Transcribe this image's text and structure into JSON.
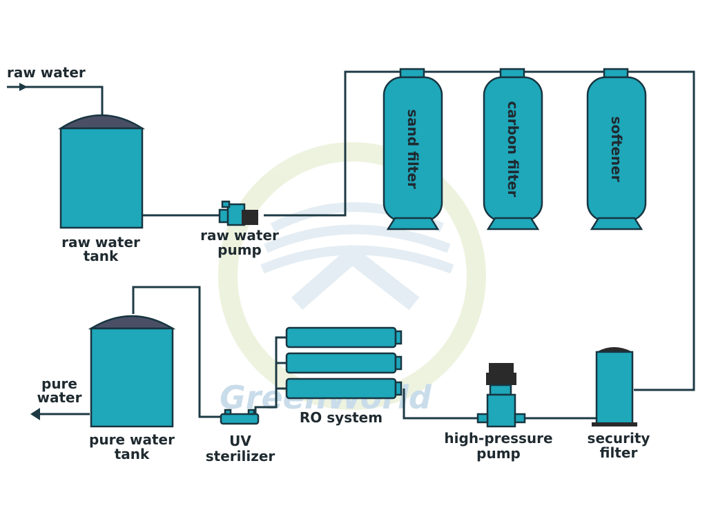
{
  "labels": {
    "raw_water": "raw water",
    "raw_water_tank_l1": "raw water",
    "raw_water_tank_l2": "tank",
    "raw_water_pump_l1": "raw water",
    "raw_water_pump_l2": "pump",
    "sand_filter": "sand filter",
    "carbon_filter": "carbon filter",
    "softener": "softener",
    "pure_water_l1": "pure",
    "pure_water_l2": "water",
    "pure_water_tank_l1": "pure water",
    "pure_water_tank_l2": "tank",
    "uv_l1": "UV",
    "uv_l2": "sterilizer",
    "ro_system": "RO system",
    "hp_pump_l1": "high-pressure",
    "hp_pump_l2": "pump",
    "security_l1": "security",
    "security_l2": "filter"
  },
  "watermark": "GreenWorld",
  "colors": {
    "equipment": "#1fa7ba",
    "outline": "#173540",
    "dome": "#4a4f66",
    "watermark": "#c9dcea"
  }
}
